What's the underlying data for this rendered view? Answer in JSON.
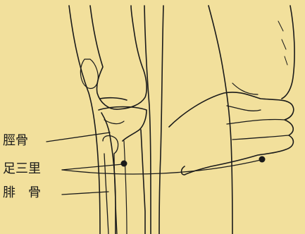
{
  "colors": {
    "background": "#f2e09c",
    "ink": "#1a1a1a"
  },
  "labels": {
    "tibia": "脛骨",
    "zusanli": "足三里",
    "fibula": "腓　骨"
  }
}
